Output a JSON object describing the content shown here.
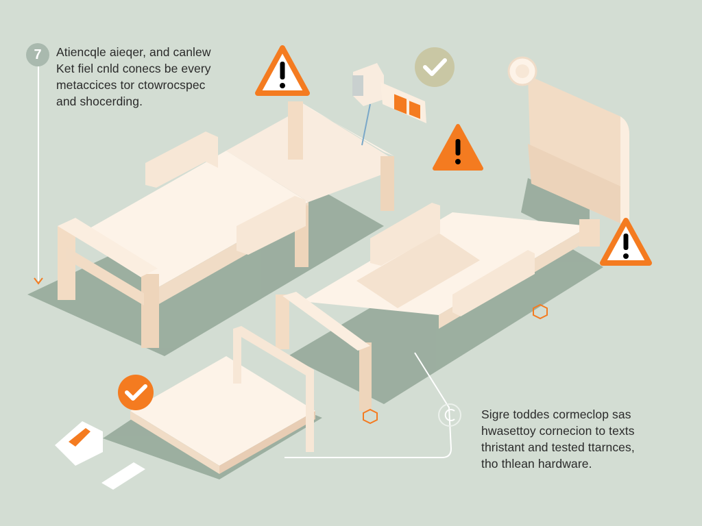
{
  "colors": {
    "background": "#d3ddd3",
    "bed_light": "#fdf3e8",
    "bed_mid": "#f6e4d2",
    "bed_dark": "#e8cdb4",
    "shadow": "#8a9f8f",
    "accent_orange": "#f47b20",
    "check_muted": "#c9c7a4",
    "text": "#2a2a2a"
  },
  "step": {
    "number": "7"
  },
  "callouts": {
    "top_left": {
      "lines": [
        "Atiencqle aieqer, and canlew",
        "Ket fiel cnld conecs be every",
        "metaccices tor ctowrocspec",
        "and shocerding."
      ]
    },
    "bottom_right": {
      "lines": [
        "Sigre toddes cormeclop sas",
        "hwasettoy cornecion to texts",
        "thristant and tested ttarnces,",
        "tho thlean hardware."
      ]
    }
  },
  "icons": [
    {
      "name": "warning-icon",
      "position": "top-center"
    },
    {
      "name": "warning-icon",
      "position": "center-right"
    },
    {
      "name": "warning-icon",
      "position": "far-right"
    },
    {
      "name": "check-icon",
      "position": "top-right-muted"
    },
    {
      "name": "check-icon",
      "position": "bottom-left-orange"
    },
    {
      "name": "connector-circle-icon",
      "position": "bottom-center"
    }
  ],
  "components": [
    "bed-frame-left",
    "bed-frame-right",
    "bed-footboard-section",
    "headboard",
    "control-module",
    "latch-clip",
    "mounting-plate",
    "hex-bolt"
  ]
}
